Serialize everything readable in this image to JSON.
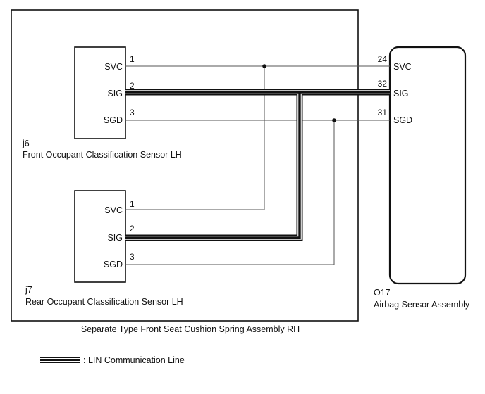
{
  "enclosure": {
    "caption": "Separate Type Front Seat Cushion Spring Assembly RH"
  },
  "front_sensor": {
    "code": "j6",
    "name": "Front Occupant Classification Sensor LH",
    "pins": [
      {
        "signal": "SVC",
        "number": "1"
      },
      {
        "signal": "SIG",
        "number": "2"
      },
      {
        "signal": "SGD",
        "number": "3"
      }
    ]
  },
  "rear_sensor": {
    "code": "j7",
    "name": "Rear Occupant Classification Sensor LH",
    "pins": [
      {
        "signal": "SVC",
        "number": "1"
      },
      {
        "signal": "SIG",
        "number": "2"
      },
      {
        "signal": "SGD",
        "number": "3"
      }
    ]
  },
  "airbag_assembly": {
    "code": "O17",
    "name": "Airbag Sensor Assembly",
    "pins": [
      {
        "signal": "SVC",
        "number": "24"
      },
      {
        "signal": "SIG",
        "number": "32"
      },
      {
        "signal": "SGD",
        "number": "31"
      }
    ]
  },
  "legend": {
    "lin_label": ": LIN Communication Line"
  },
  "colors": {
    "line": "#111111",
    "wire": "#555555",
    "background": "#ffffff"
  }
}
